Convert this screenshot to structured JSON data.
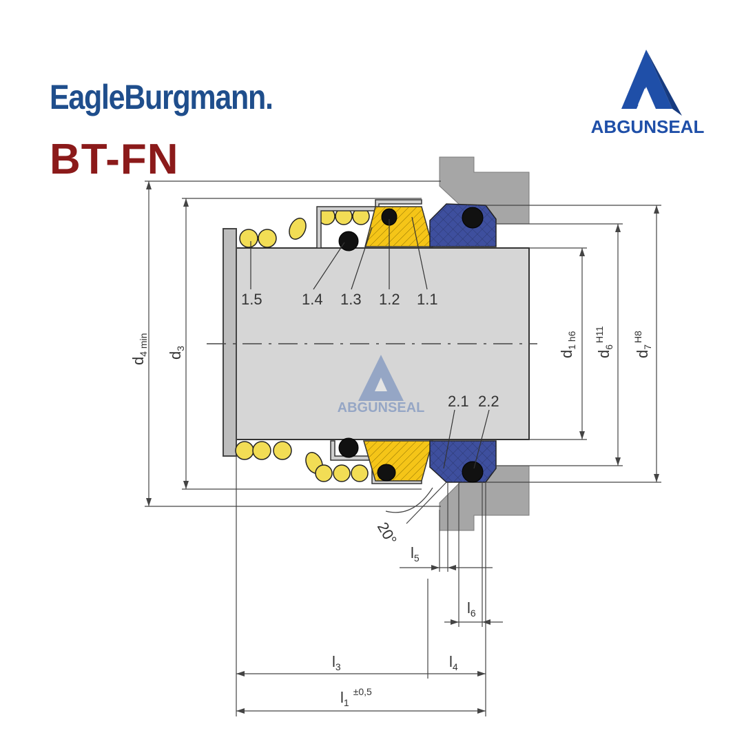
{
  "header": {
    "brand": "EagleBurgmann.",
    "product": "BT-FN"
  },
  "logo": {
    "text": "ABGUNSEAL",
    "watermark_text": "ABGUNSEAL",
    "color": "#1f4fa8"
  },
  "colors": {
    "housing": "#a6a6a6",
    "shaft": "#d6d6d6",
    "spring_yellow": "#f2dd55",
    "seal_face": "#f5c518",
    "seat_blue": "#3e4f9e",
    "o_ring": "#111111"
  },
  "part_labels": [
    "1.5",
    "1.4",
    "1.3",
    "1.2",
    "1.1",
    "2.1",
    "2.2"
  ],
  "dimensions": {
    "d4": "d",
    "d4_sub": "4 min",
    "d3": "d",
    "d3_sub": "3",
    "d1": "d",
    "d1_sub": "1 h6",
    "d6": "d",
    "d6_sub": "6",
    "d6_sup": "H11",
    "d7": "d",
    "d7_sub": "7",
    "d7_sup": "H8",
    "l5": "l",
    "l5_sub": "5",
    "l6": "l",
    "l6_sub": "6",
    "l3": "l",
    "l3_sub": "3",
    "l4": "l",
    "l4_sub": "4",
    "l1": "l",
    "l1_sub": "1",
    "l1_tol": "±0,5",
    "angle": "20°"
  }
}
